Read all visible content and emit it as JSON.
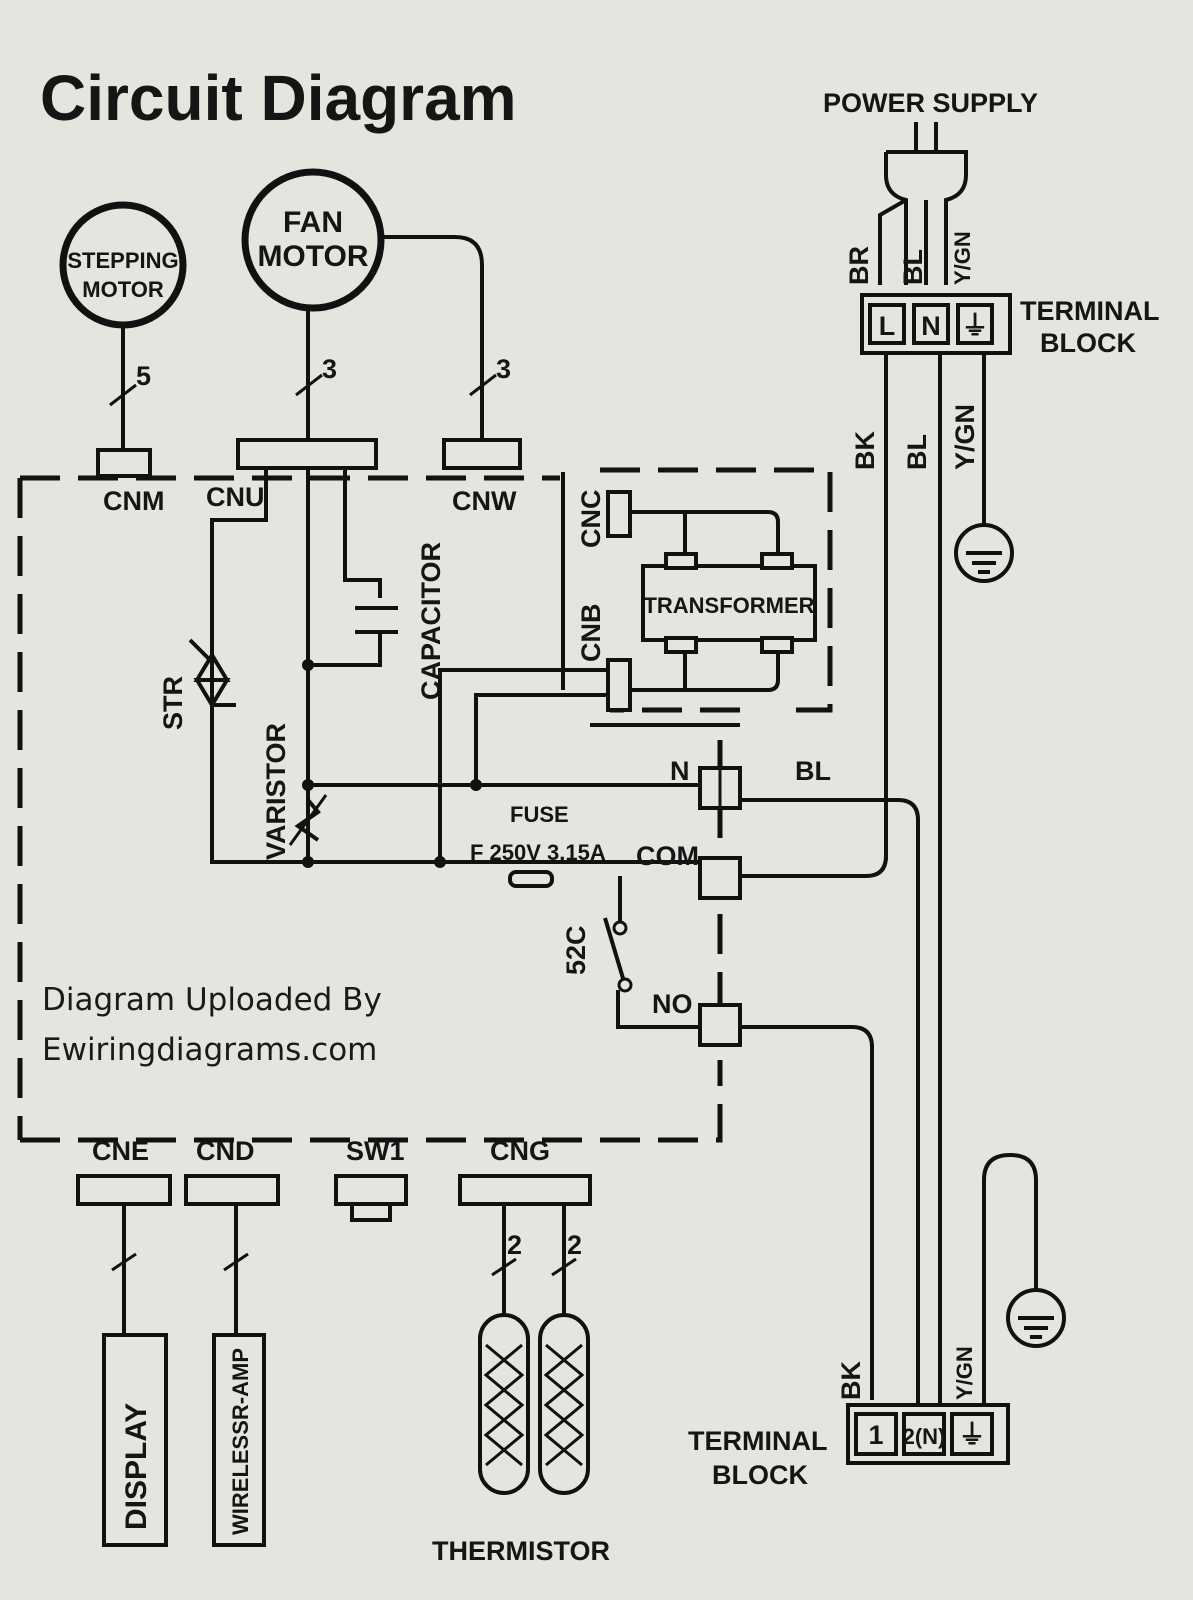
{
  "title": "Circuit   Diagram",
  "credit": {
    "line1": "Diagram Uploaded By",
    "line2": "Ewiringdiagrams.com"
  },
  "components": {
    "stepping_motor": [
      "STEPPING",
      "MOTOR"
    ],
    "fan_motor": [
      "FAN",
      "MOTOR"
    ],
    "power_supply": "POWER SUPPLY",
    "terminal_block_top": [
      "TERMINAL",
      "BLOCK"
    ],
    "terminal_block_bottom": [
      "TERMINAL",
      "BLOCK"
    ],
    "transformer": "TRANSFORMER",
    "capacitor": "CAPACITOR",
    "varistor": "VARISTOR",
    "str": "STR",
    "fuse": [
      "FUSE",
      "F 250V 3.15A"
    ],
    "relay": "52C",
    "display": "DISPLAY",
    "wireless_amp": "WIRELESSR-AMP",
    "thermistor": "THERMISTOR"
  },
  "connectors": {
    "cnm": "CNM",
    "cnu": "CNU",
    "cnw": "CNW",
    "cnc": "CNC",
    "cnb": "CNB",
    "cne": "CNE",
    "cnd": "CND",
    "sw1": "SW1",
    "cng": "CNG"
  },
  "wire_counts": {
    "stepping": "5",
    "fan1": "3",
    "fan2": "3",
    "therm1": "2",
    "therm2": "2"
  },
  "terminals_top": [
    "L",
    "N",
    "⏚"
  ],
  "terminals_bottom": [
    "1",
    "2(N)",
    "⏚"
  ],
  "wire_colors_top": [
    "BR",
    "BL",
    "Y/GN"
  ],
  "wire_colors_mid": [
    "BK",
    "BL",
    "Y/GN"
  ],
  "wire_colors_bottom": [
    "BK",
    "Y/GN"
  ],
  "relay_labels": {
    "n": "N",
    "bl": "BL",
    "com": "COM",
    "no": "NO"
  }
}
